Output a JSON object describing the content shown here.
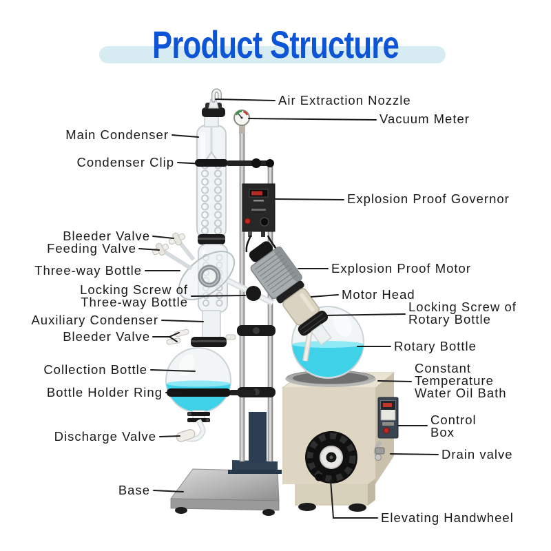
{
  "title": {
    "text": "Product Structure"
  },
  "colors": {
    "title_blue": "#0d55d6",
    "title_band": "#d7ecf2",
    "label_text": "#191919",
    "leader_line": "#1a1a1a",
    "liquid_cyan": "#3ed1e8",
    "bath_beige": "#ded6c2",
    "glass_stroke": "#ccd3d6"
  },
  "labels": {
    "left": [
      {
        "lines": [
          "Main Condenser"
        ]
      },
      {
        "lines": [
          "Condenser Clip"
        ]
      },
      {
        "lines": [
          "Bleeder Valve"
        ]
      },
      {
        "lines": [
          "Feeding Valve"
        ]
      },
      {
        "lines": [
          "Three-way Bottle"
        ]
      },
      {
        "lines": [
          "Locking Screw of",
          "Three-way Bottle"
        ]
      },
      {
        "lines": [
          "Auxiliary Condenser"
        ]
      },
      {
        "lines": [
          "Bleeder Valve"
        ]
      },
      {
        "lines": [
          "Collection Bottle"
        ]
      },
      {
        "lines": [
          "Bottle Holder Ring"
        ]
      },
      {
        "lines": [
          "Discharge Valve"
        ]
      },
      {
        "lines": [
          "Base"
        ]
      }
    ],
    "right": [
      {
        "lines": [
          "Air Extraction Nozzle"
        ]
      },
      {
        "lines": [
          "Vacuum Meter"
        ]
      },
      {
        "lines": [
          "Explosion Proof Governor"
        ]
      },
      {
        "lines": [
          "Explosion Proof Motor"
        ]
      },
      {
        "lines": [
          "Motor Head"
        ]
      },
      {
        "lines": [
          "Locking Screw of",
          "Rotary Bottle"
        ]
      },
      {
        "lines": [
          "Rotary Bottle"
        ]
      },
      {
        "lines": [
          "Constant",
          "Temperature",
          "Water Oil Bath"
        ]
      },
      {
        "lines": [
          "Control",
          "Box"
        ]
      },
      {
        "lines": [
          "Drain valve"
        ]
      },
      {
        "lines": [
          "Elevating Handwheel"
        ]
      }
    ]
  }
}
